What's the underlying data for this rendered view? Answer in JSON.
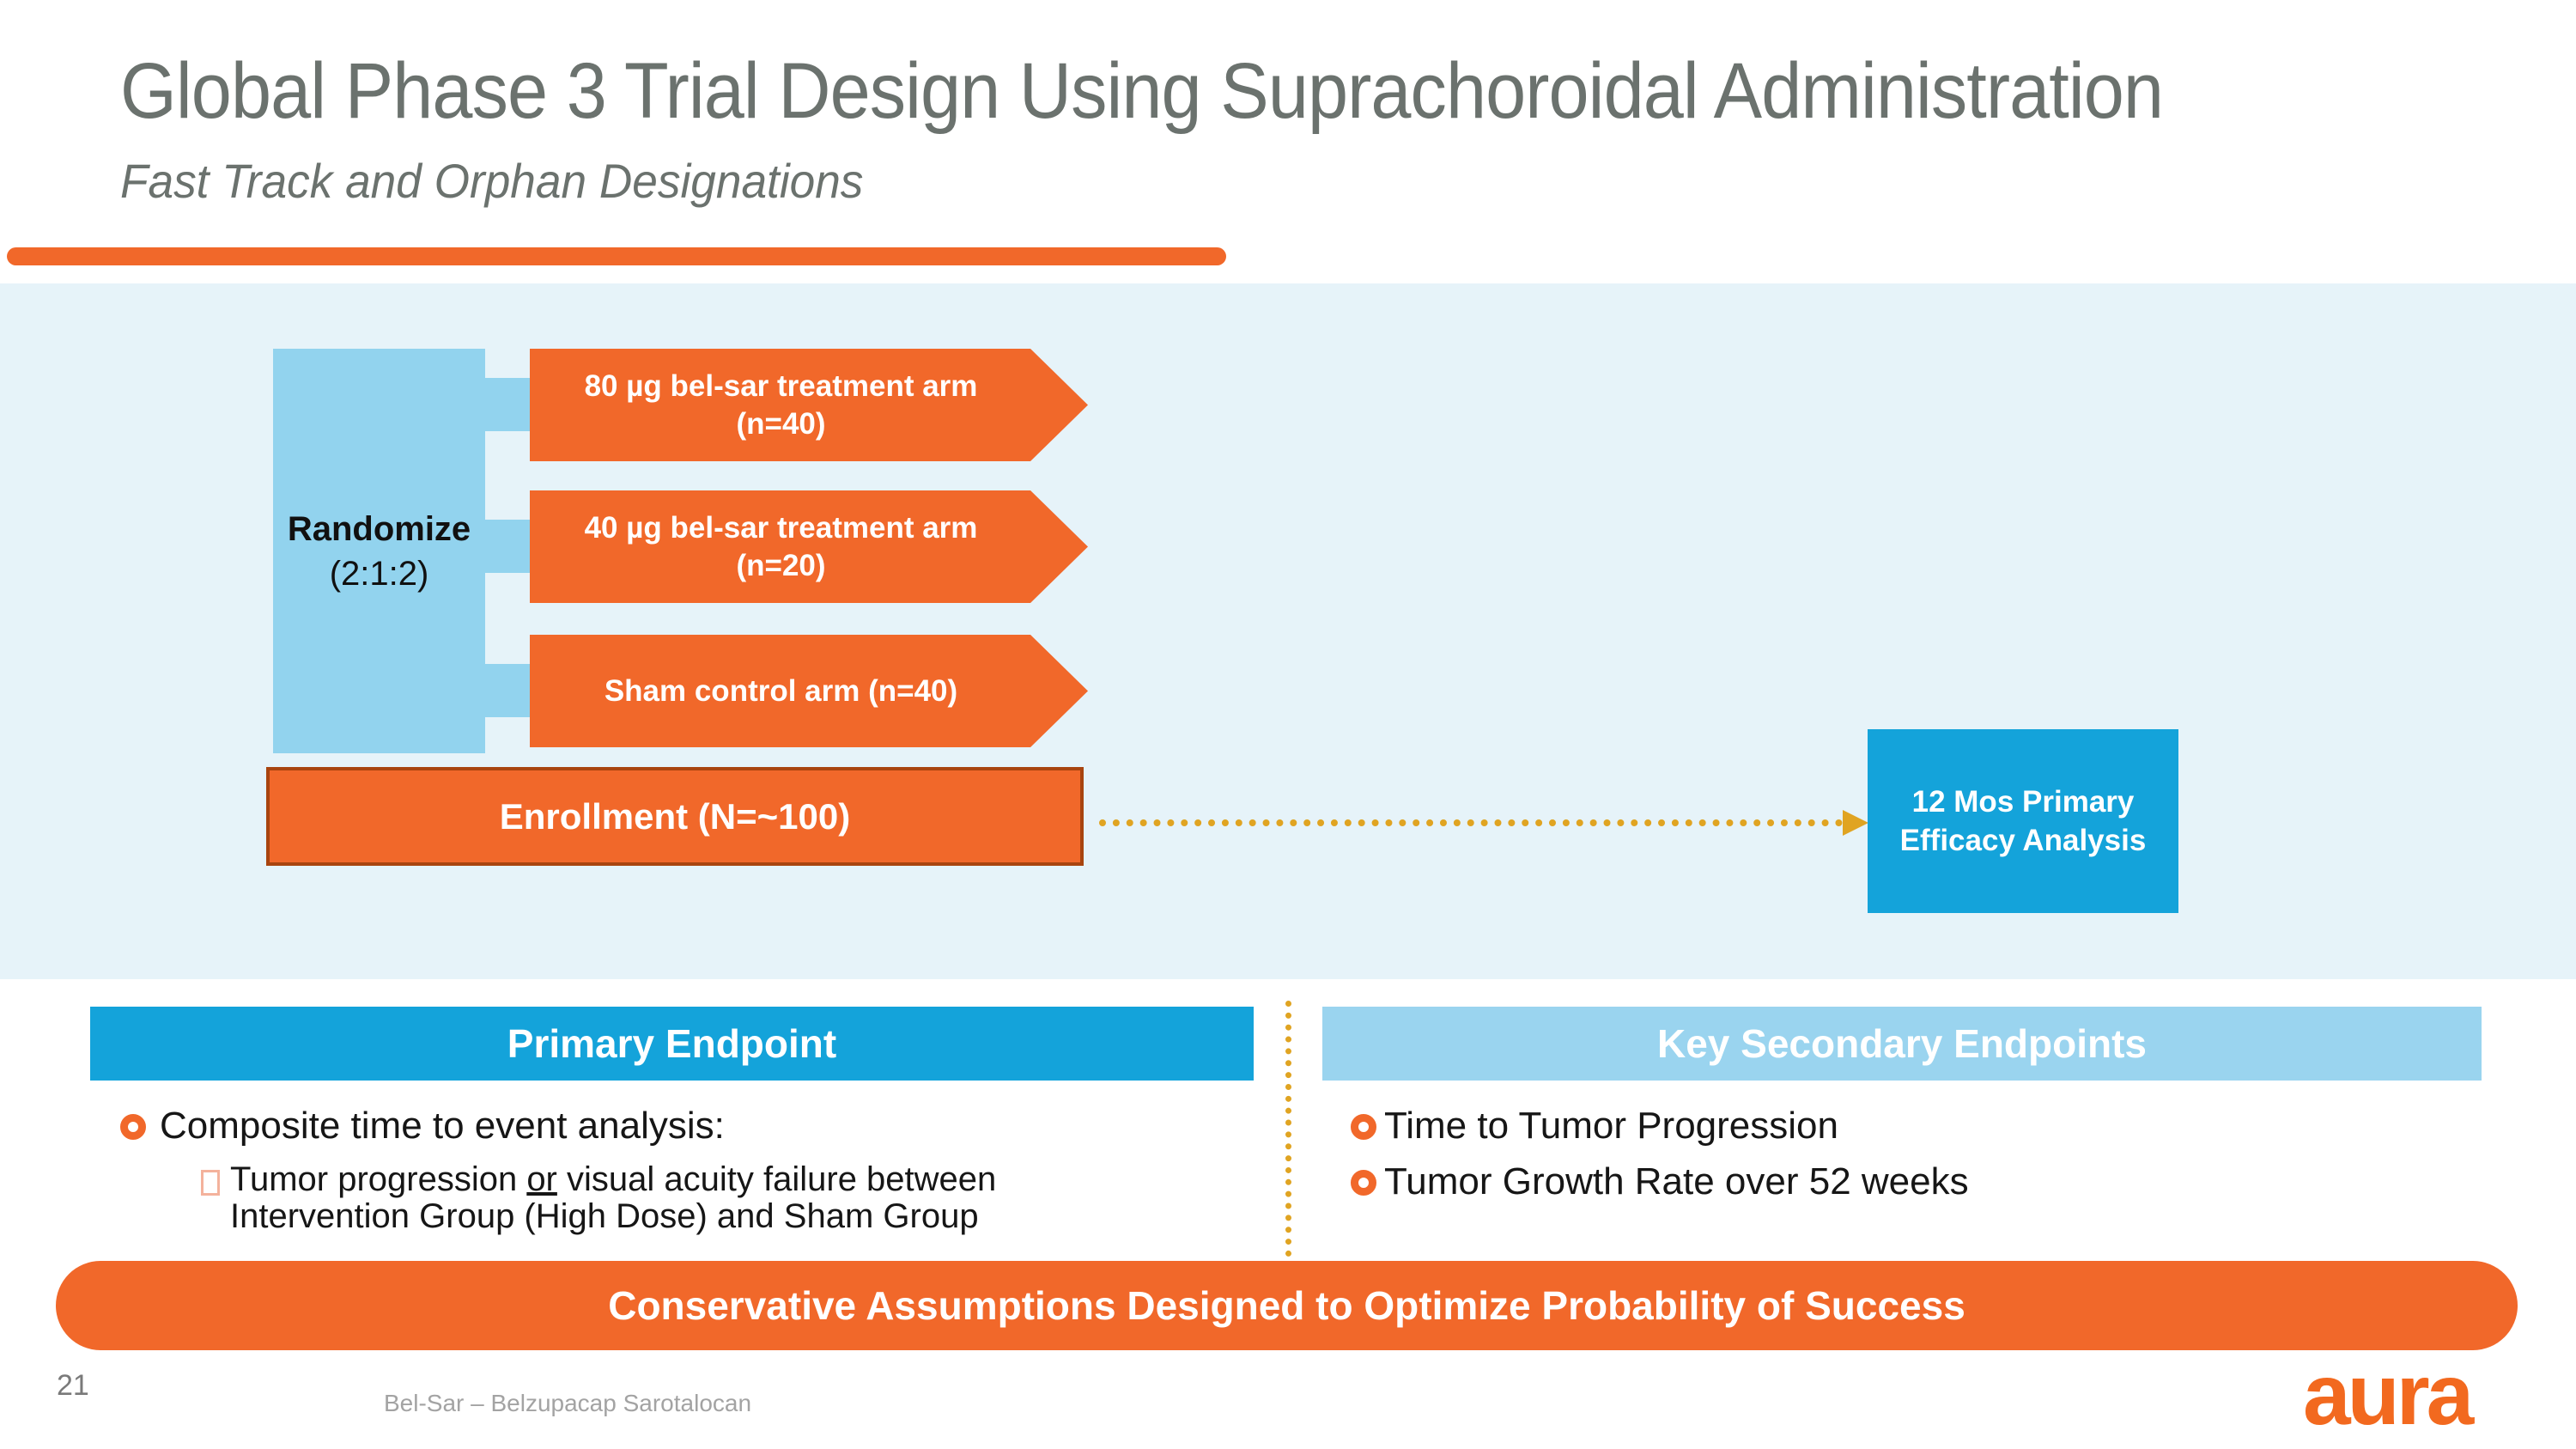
{
  "slide": {
    "title": "Global Phase 3 Trial Design Using Suprachoroidal Administration",
    "subtitle": "Fast Track and Orphan Designations",
    "page_number": "21",
    "footer_note": "Bel-Sar – Belzupacap Sarotalocan",
    "logo_text": "aura"
  },
  "diagram": {
    "randomize_label": "Randomize",
    "randomize_ratio": "(2:1:2)",
    "arms": [
      {
        "line1": "80 µg bel-sar treatment arm",
        "line2": "(n=40)"
      },
      {
        "line1": "40 µg bel-sar treatment arm",
        "line2": "(n=20)"
      },
      {
        "line1": "Sham control arm (n=40)",
        "line2": ""
      }
    ],
    "enrollment_label": "Enrollment (N=~100)",
    "analysis_box": {
      "line1": "12 Mos Primary",
      "line2": "Efficacy Analysis"
    }
  },
  "endpoints": {
    "primary": {
      "header": "Primary Endpoint",
      "bullet": "Composite time to event analysis:",
      "sub_bullet": {
        "pre": "Tumor progression ",
        "or_word": "or",
        "rest": " visual acuity failure between",
        "line2": "Intervention Group (High Dose) and Sham Group"
      }
    },
    "secondary": {
      "header": "Key Secondary Endpoints",
      "bullets": [
        "Time to Tumor Progression",
        "Tumor Growth Rate over 52 weeks"
      ]
    }
  },
  "banner_text": "Conservative Assumptions Designed to Optimize Probability of Success",
  "colors": {
    "accent_orange": "#f1682a",
    "primary_blue": "#14a3da",
    "light_blue": "#92d3ee",
    "panel_blue": "#e6f3f9",
    "gold_dots": "#e0a422",
    "title_gray": "#6b726e"
  }
}
